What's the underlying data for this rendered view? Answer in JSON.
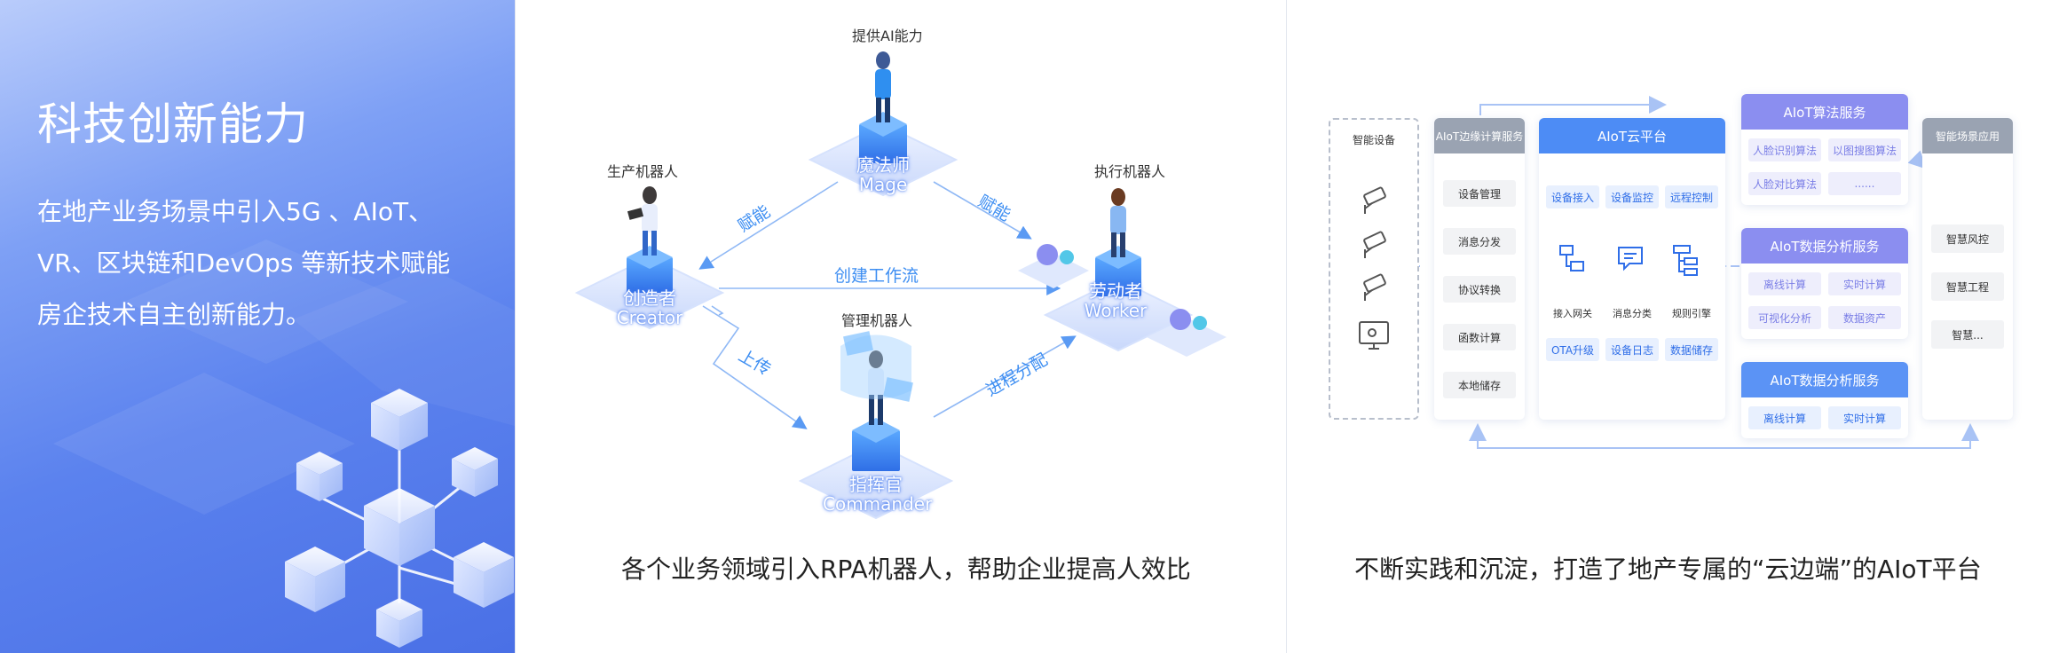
{
  "hero": {
    "title": "科技创新能力",
    "desc_line1": "在地产业务场景中引入5G 、AIoT、",
    "desc_line2": "VR、区块链和DevOps 等新技术赋能",
    "desc_line3": "房企技术自主创新能力。"
  },
  "robots": {
    "top_label": "提供AI能力",
    "left_label": "生产机器人",
    "right_label": "执行机器人",
    "bottom_label": "管理机器人",
    "mage_cn": "魔法师",
    "mage_en": "Mage",
    "creator_cn": "创造者",
    "creator_en": "Creator",
    "worker_cn": "劳动者",
    "worker_en": "Worker",
    "commander_cn": "指挥官",
    "commander_en": "Commander",
    "flow_left": "赋能",
    "flow_right": "赋能",
    "flow_center": "创建工作流",
    "flow_upload": "上传",
    "flow_dispatch": "进程分配",
    "caption": "各个业务领域引入RPA机器人，帮助企业提高人效比"
  },
  "arch": {
    "devices_title": "智能设备",
    "edge_title": "AIoT边缘计算服务",
    "edge_items": [
      "设备管理",
      "消息分发",
      "协议转换",
      "函数计算",
      "本地储存"
    ],
    "cloud_title": "AIoT云平台",
    "cloud_row1": [
      "设备接入",
      "设备监控",
      "远程控制"
    ],
    "cloud_icon_labels": [
      "接入网关",
      "消息分类",
      "规则引擎"
    ],
    "cloud_row2": [
      "OTA升级",
      "设备日志",
      "数据储存"
    ],
    "algo_title": "AIoT算法服务",
    "algo_items": [
      "人脸识别算法",
      "以图搜图算法",
      "人脸对比算法",
      "......"
    ],
    "data1_title": "AIoT数据分析服务",
    "data1_items": [
      "离线计算",
      "实时计算",
      "可视化分析",
      "数据资产"
    ],
    "data2_title": "AIoT数据分析服务",
    "data2_items": [
      "离线计算",
      "实时计算"
    ],
    "apps_title": "智能场景应用",
    "apps_items": [
      "智慧风控",
      "智慧工程",
      "智慧..."
    ],
    "caption": "不断实践和沉淀，打造了地产专属的“云边端”的AIoT平台",
    "colors": {
      "edge_head": "#9aa3b2",
      "cloud_head": "#4d8cf5",
      "purple_head": "#8b8ef0",
      "blue_head": "#5b93f5",
      "apps_head": "#9aa3b2"
    }
  }
}
